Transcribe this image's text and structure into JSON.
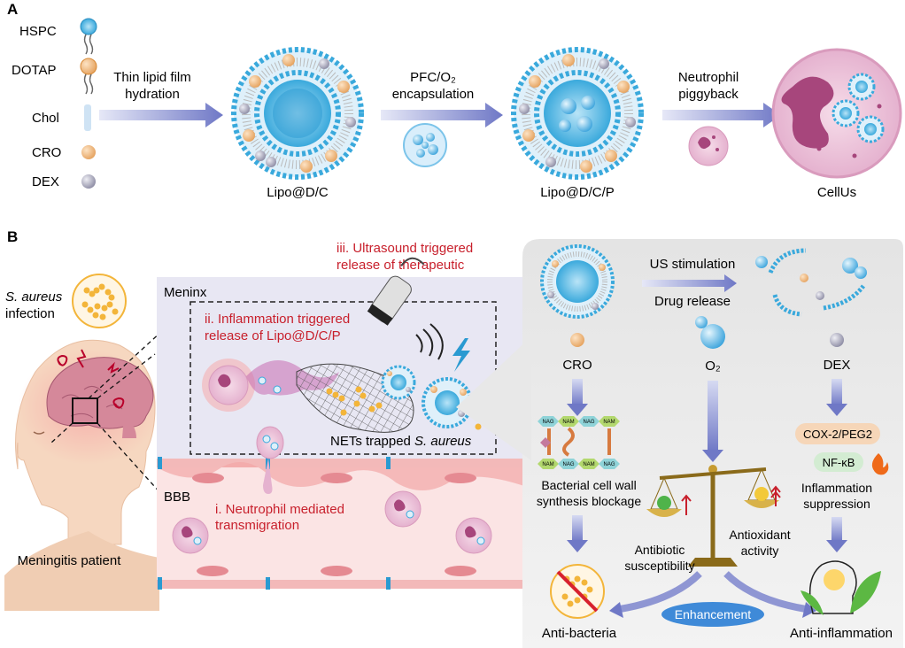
{
  "panel_a": {
    "letter": "A",
    "legend": [
      "HSPC",
      "DOTAP",
      "Chol",
      "CRO",
      "DEX"
    ],
    "step1": [
      "Thin lipid film",
      "hydration"
    ],
    "step2": [
      "PFC/O₂",
      "encapsulation"
    ],
    "step3": [
      "Neutrophil",
      "piggyback"
    ],
    "prod1": "Lipo@D/C",
    "prod2": "Lipo@D/C/P",
    "prod3": "CellUs"
  },
  "panel_b": {
    "letter": "B",
    "infection_1": "S. aureus",
    "infection_2": "infection",
    "patient": "Meningitis patient",
    "meninx": "Meninx",
    "bbb": "BBB",
    "step_i": [
      "i. Neutrophil mediated",
      "transmigration"
    ],
    "step_ii": [
      "ii. Inflammation triggered",
      "release of Lipo@D/C/P"
    ],
    "step_iii": [
      "iii. Ultrasound triggered",
      "release of therapeutic"
    ],
    "nets_1": "NETs trapped ",
    "nets_2": "S. aureus",
    "us_stim": "US stimulation",
    "drug_release": "Drug release",
    "cro": "CRO",
    "o2": "O₂",
    "dex": "DEX",
    "wall": [
      "Bacterial cell wall",
      "synthesis blockage"
    ],
    "cox": "COX-2/PEG2",
    "nfkb": "NF-κB",
    "inflam": [
      "Inflammation",
      "suppression"
    ],
    "abx": [
      "Antibiotic",
      "susceptibility"
    ],
    "antiox": [
      "Antioxidant",
      "activity"
    ],
    "enhancement": "Enhancement",
    "anti_bacteria": "Anti-bacteria",
    "anti_inflam": "Anti-inflammation",
    "nag": "NAG",
    "nam": "NAM"
  }
}
